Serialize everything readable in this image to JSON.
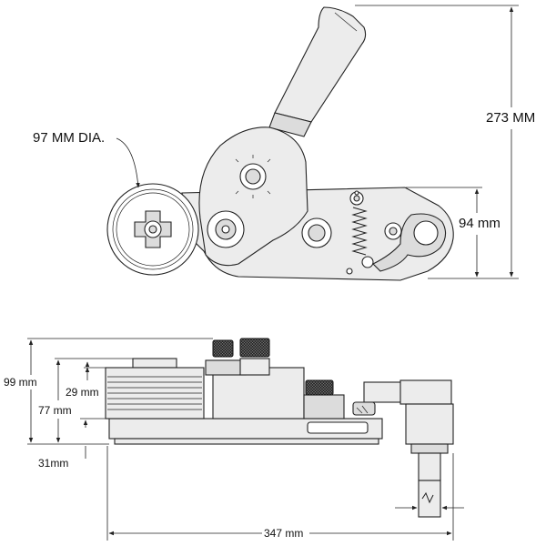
{
  "dimensions": {
    "roller_diameter": "97 MM DIA.",
    "total_height": "273 MM",
    "body_height": "94 mm",
    "side_height": "99 mm",
    "roller_height": "29 mm",
    "base_height": "77 mm",
    "foot_height": "31mm",
    "total_length": "347 mm"
  },
  "colors": {
    "line": "#222222",
    "fill": "#ececec",
    "knob": "#2a2a2a"
  }
}
